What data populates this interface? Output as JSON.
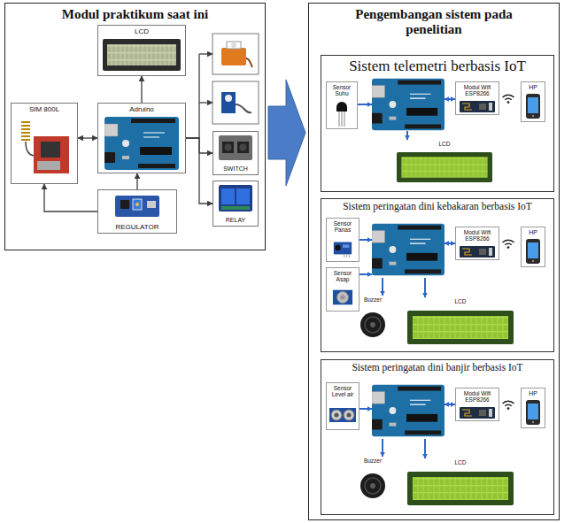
{
  "diagram": {
    "nodes": [
      {
        "text": [
          "Modul praktikum saat ini"
        ]
      },
      {
        "text": [
          "LCD"
        ],
        "in": 0
      },
      {
        "text": [
          "Adruino"
        ],
        "in": 0
      },
      {
        "text": [
          "SIM 800L"
        ],
        "in": 0
      },
      {
        "text": [
          "REGULATOR"
        ],
        "in": 0
      },
      {
        "text": [
          "SWITCH"
        ],
        "in": 0
      },
      {
        "text": [
          "RELAY"
        ],
        "in": 0
      },
      {
        "text": [
          "Pengembangan sistem pada penelitian"
        ]
      },
      {
        "text": [
          "Sistem telemetri berbasis IoT"
        ],
        "in": 7
      },
      {
        "text": [
          "Sensor Suhu"
        ],
        "in": 8
      },
      {
        "text": [
          "Modul Wifi ESP8266"
        ],
        "in": 8
      },
      {
        "text": [
          "HP"
        ],
        "in": 8
      },
      {
        "text": [
          "LCD"
        ],
        "in": 8
      },
      {
        "text": [
          "Sistem peringatan dini kebakaran berbasis IoT"
        ],
        "in": 7
      },
      {
        "text": [
          "Sensor Panas"
        ],
        "in": 13
      },
      {
        "text": [
          "Sensor Asap"
        ],
        "in": 13
      },
      {
        "text": [
          "Modul Wifi ESP8266"
        ],
        "in": 13
      },
      {
        "text": [
          "HP"
        ],
        "in": 13
      },
      {
        "text": [
          "Buzzer"
        ],
        "in": 13
      },
      {
        "text": [
          "LCD"
        ],
        "in": 13
      },
      {
        "text": [
          "Sistem peringatan dini banjir berbasis IoT"
        ],
        "in": 7
      },
      {
        "text": [
          "Sensor Level air"
        ],
        "in": 20
      },
      {
        "text": [
          "Modul Wifi ESP8266"
        ],
        "in": 20
      },
      {
        "text": [
          "HP"
        ],
        "in": 20
      },
      {
        "text": [
          "Buzzer"
        ],
        "in": 20
      },
      {
        "text": [
          "LCD"
        ],
        "in": 20
      }
    ],
    "edges": [
      {
        "from": 3,
        "to": 2,
        "arrow": "both"
      },
      {
        "from": 2,
        "to": 1,
        "arrow": "to"
      },
      {
        "from": 4,
        "to": 2,
        "arrow": "to"
      },
      {
        "from": 4,
        "to": 3,
        "arrow": "to"
      },
      {
        "from": 2,
        "to": 5,
        "arrow": "to"
      },
      {
        "from": 2,
        "to": 6,
        "arrow": "to"
      },
      {
        "from": 0,
        "to": 7,
        "arrow": "to"
      }
    ]
  }
}
